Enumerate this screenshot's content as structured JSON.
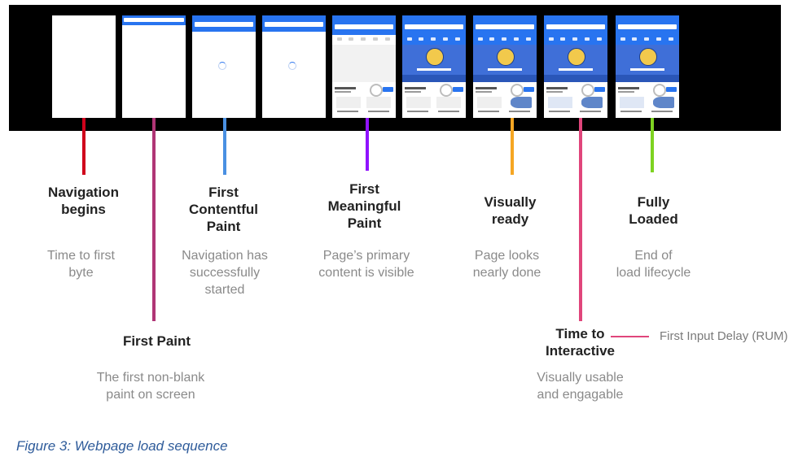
{
  "stages": [
    {
      "key": "navigation",
      "title": "Navigation\nbegins",
      "desc": "Time to first\nbyte",
      "color": "#d0021b"
    },
    {
      "key": "first-paint",
      "title": "First Paint",
      "desc": "The first non-blank\npaint on screen",
      "color": "#b03576"
    },
    {
      "key": "first-contentful-paint",
      "title": "First\nContentful\nPaint",
      "desc": "Navigation has\nsuccessfully\nstarted",
      "color": "#4a90e2"
    },
    {
      "key": "first-meaningful-paint",
      "title": "First\nMeaningful\nPaint",
      "desc": "Page’s primary\ncontent is visible",
      "color": "#9013fe"
    },
    {
      "key": "visually-ready",
      "title": "Visually\nready",
      "desc": "Page looks\nnearly done",
      "color": "#f5a623"
    },
    {
      "key": "time-to-interactive",
      "title": "Time to\nInteractive",
      "desc": "Visually usable\nand engagable",
      "color": "#e0457b"
    },
    {
      "key": "fully-loaded",
      "title": "Fully\nLoaded",
      "desc": "End of\nload lifecycle",
      "color": "#7ed321"
    }
  ],
  "side_note": {
    "label": "First Input Delay (RUM)",
    "color": "#e0457b"
  },
  "caption": "Figure 3: Webpage load sequence",
  "colors": {
    "strip_background": "#000000",
    "brand_blue": "#2874f0"
  }
}
